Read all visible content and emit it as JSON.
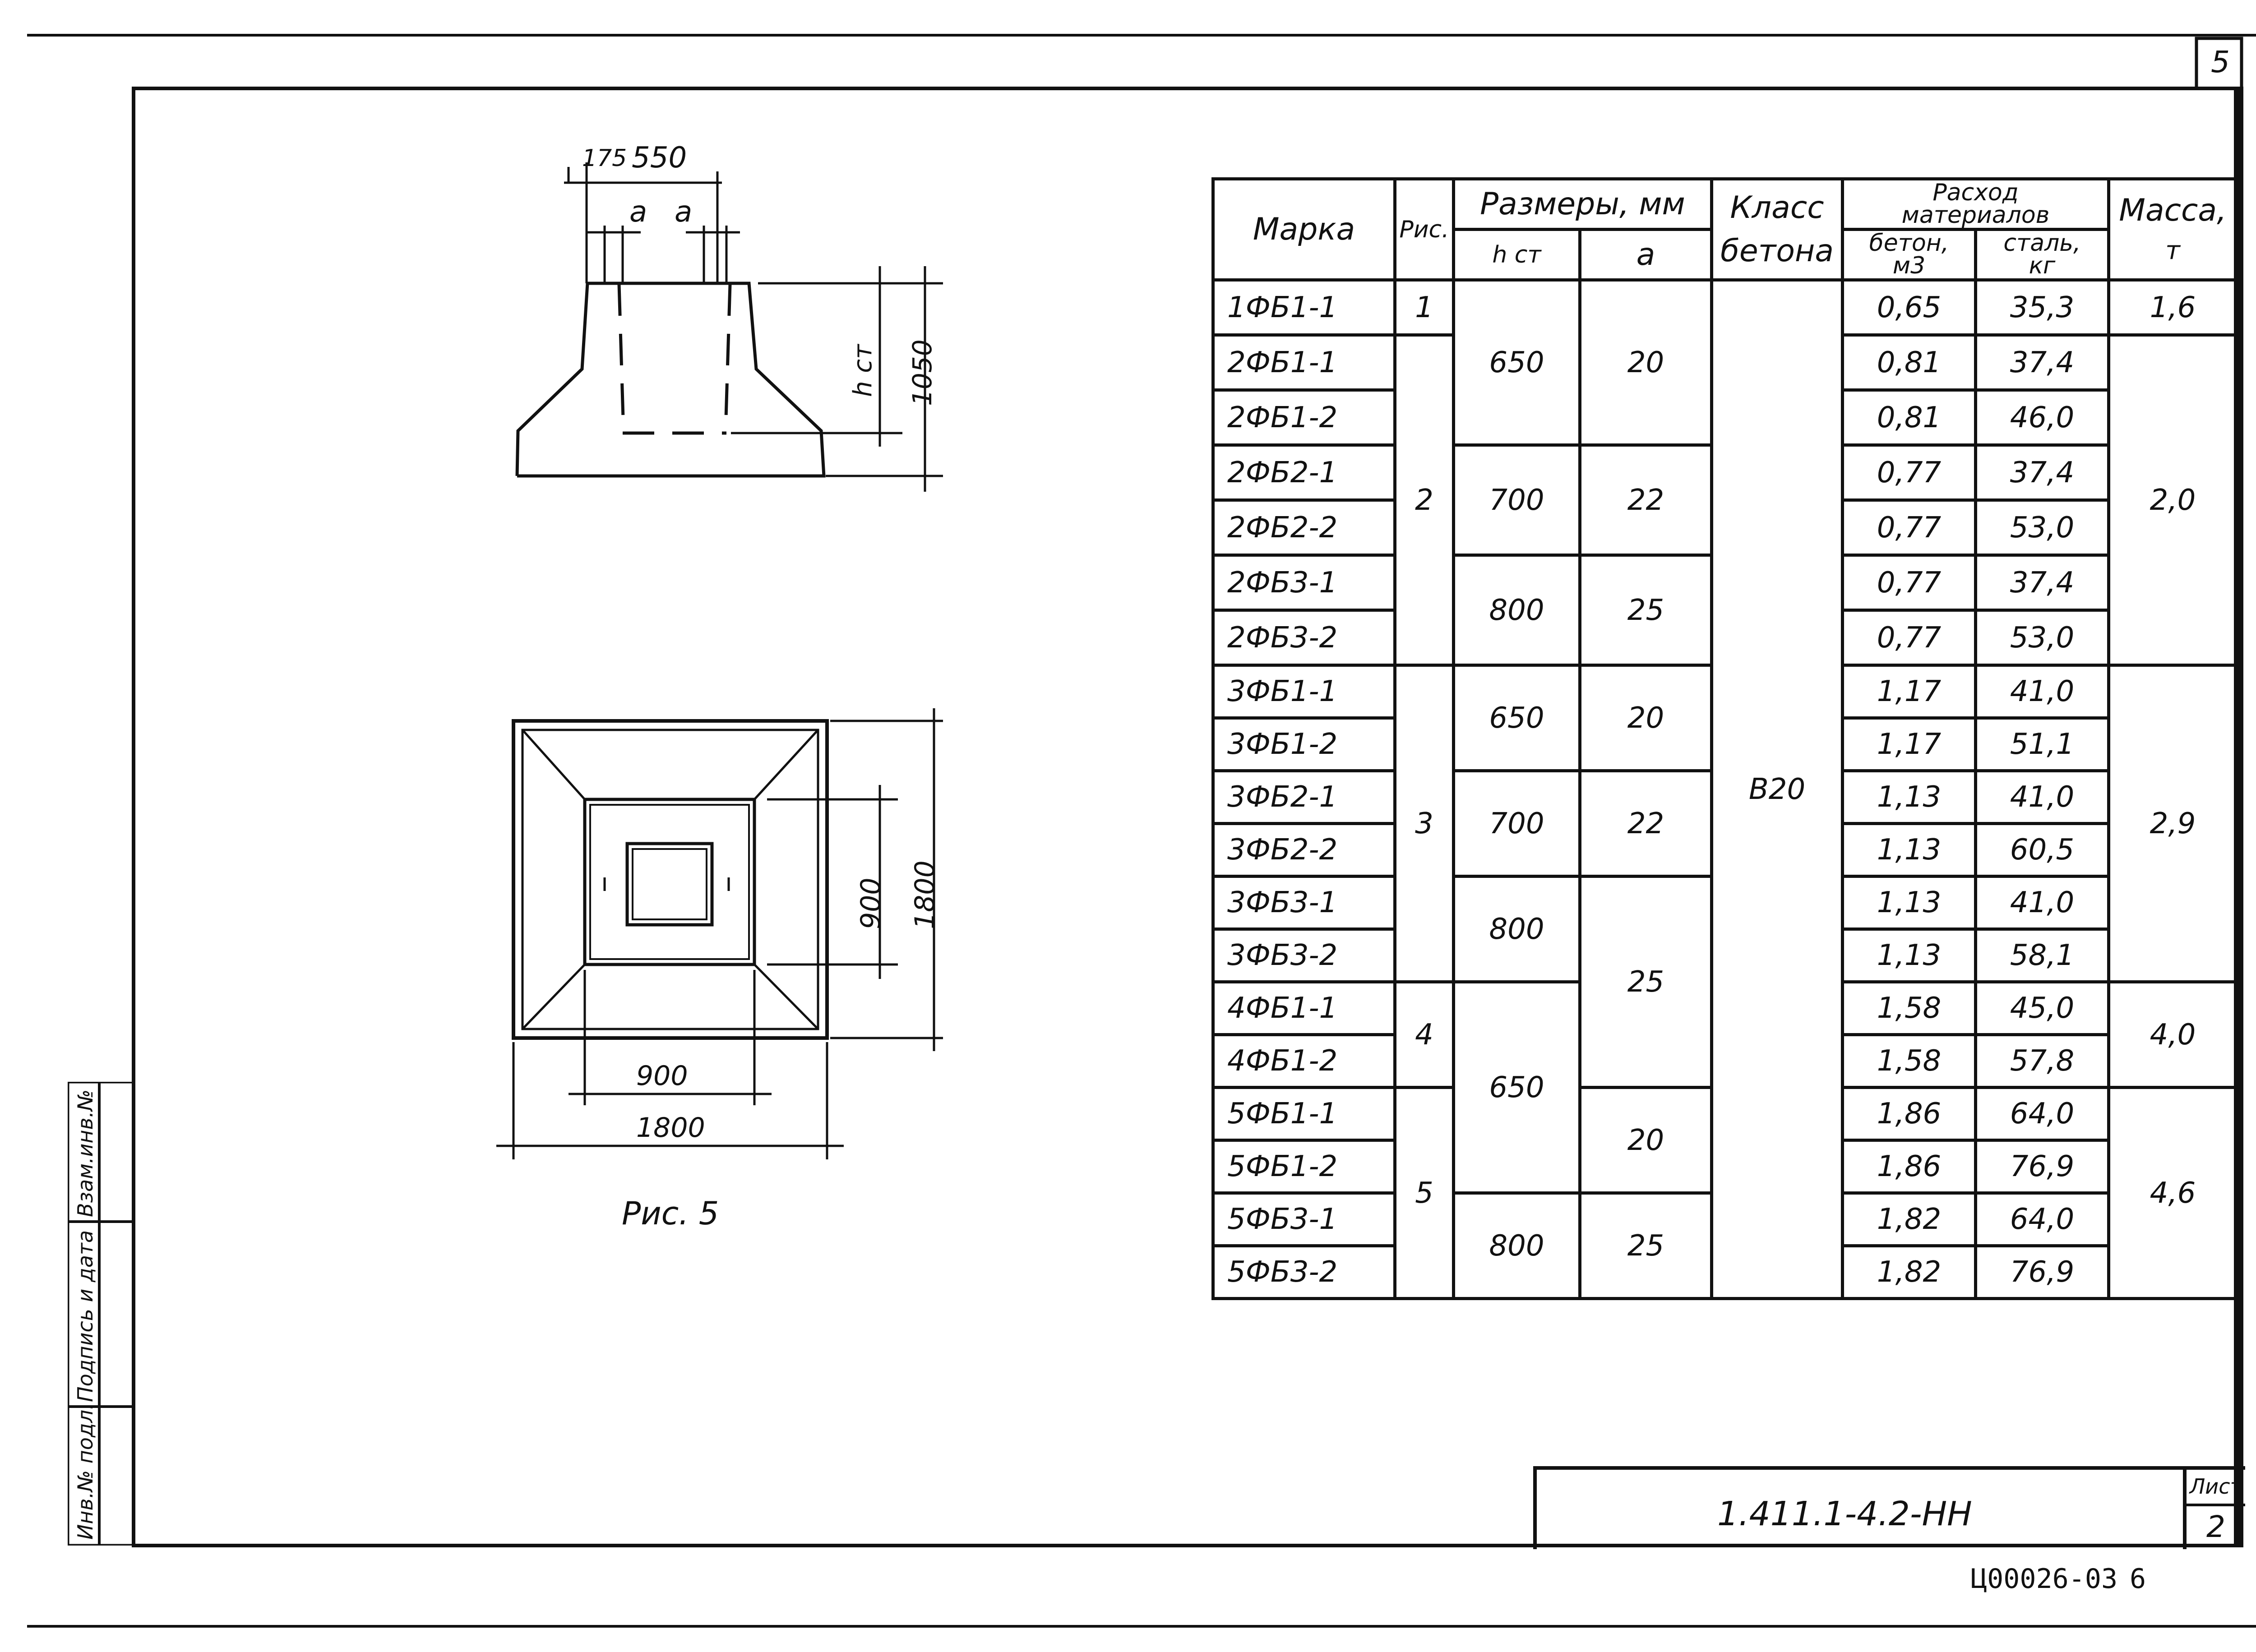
{
  "page": {
    "corner_number": "5",
    "footer_code": "Ц00026-03",
    "footer_page": "6"
  },
  "drawing": {
    "figure_caption": "Рис. 5",
    "elevation": {
      "dim_top_left": "175",
      "dim_top_right": "550",
      "dim_a_left": "a",
      "dim_a_right": "a",
      "dim_hst": "h ст",
      "dim_height": "1050"
    },
    "plan": {
      "dim_inner_height": "900",
      "dim_outer_height": "1800",
      "dim_inner_width": "900",
      "dim_outer_width": "1800"
    }
  },
  "table": {
    "headers": {
      "marka": "Марка",
      "ris": "Рис.",
      "sizes": "Размеры, мм",
      "hst": "h ст",
      "a": "a",
      "klass_line1": "Класс",
      "klass_line2": "бетона",
      "rashod_line1": "Расход",
      "rashod_line2": "материалов",
      "beton_line1": "бетон,",
      "beton_line2": "м3",
      "stal_line1": "сталь,",
      "stal_line2": "кг",
      "massa_line1": "Масса,",
      "massa_line2": "т"
    },
    "rows": [
      {
        "mark": "1ФБ1-1",
        "beton": "0,65",
        "stal": "35,3"
      },
      {
        "mark": "2ФБ1-1",
        "beton": "0,81",
        "stal": "37,4"
      },
      {
        "mark": "2ФБ1-2",
        "beton": "0,81",
        "stal": "46,0"
      },
      {
        "mark": "2ФБ2-1",
        "beton": "0,77",
        "stal": "37,4"
      },
      {
        "mark": "2ФБ2-2",
        "beton": "0,77",
        "stal": "53,0"
      },
      {
        "mark": "2ФБ3-1",
        "beton": "0,77",
        "stal": "37,4"
      },
      {
        "mark": "2ФБ3-2",
        "beton": "0,77",
        "stal": "53,0"
      },
      {
        "mark": "3ФБ1-1",
        "beton": "1,17",
        "stal": "41,0"
      },
      {
        "mark": "3ФБ1-2",
        "beton": "1,17",
        "stal": "51,1"
      },
      {
        "mark": "3ФБ2-1",
        "beton": "1,13",
        "stal": "41,0"
      },
      {
        "mark": "3ФБ2-2",
        "beton": "1,13",
        "stal": "60,5"
      },
      {
        "mark": "3ФБ3-1",
        "beton": "1,13",
        "stal": "41,0"
      },
      {
        "mark": "3ФБ3-2",
        "beton": "1,13",
        "stal": "58,1"
      },
      {
        "mark": "4ФБ1-1",
        "beton": "1,58",
        "stal": "45,0"
      },
      {
        "mark": "4ФБ1-2",
        "beton": "1,58",
        "stal": "57,8"
      },
      {
        "mark": "5ФБ1-1",
        "beton": "1,86",
        "stal": "64,0"
      },
      {
        "mark": "5ФБ1-2",
        "beton": "1,86",
        "stal": "76,9"
      },
      {
        "mark": "5ФБ3-1",
        "beton": "1,82",
        "stal": "64,0"
      },
      {
        "mark": "5ФБ3-2",
        "beton": "1,82",
        "stal": "76,9"
      }
    ],
    "ris_values": [
      "1",
      "2",
      "3",
      "4",
      "5"
    ],
    "hst_values": [
      "650",
      "700",
      "800",
      "650",
      "700",
      "800",
      "650",
      "800"
    ],
    "a_values": [
      "20",
      "22",
      "25",
      "20",
      "22",
      "25",
      "20",
      "25"
    ],
    "klass_value": "B20",
    "massa_values": [
      "1,6",
      "2,0",
      "2,9",
      "4,0",
      "4,6"
    ]
  },
  "stamp": {
    "code": "1.411.1-4.2-НН",
    "sheet_label": "Лист",
    "sheet_number": "2"
  },
  "side_strip": {
    "inv_podl": "Инв.№ подл.",
    "podpis_data": "Подпись и дата",
    "vzam_inv": "Взам.инв.№"
  }
}
